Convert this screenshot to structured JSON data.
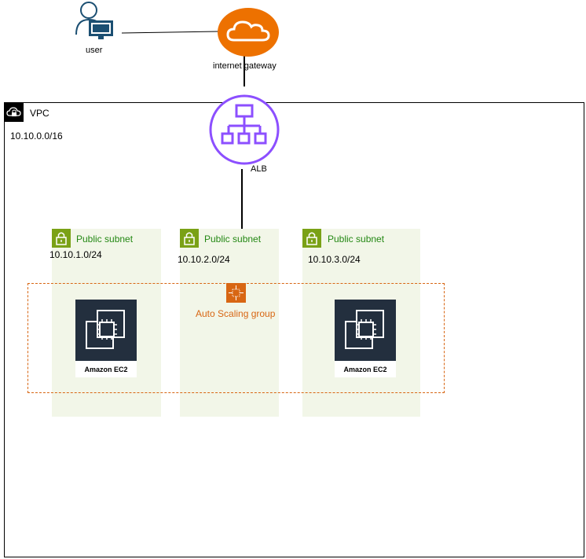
{
  "user": {
    "label": "user",
    "icon": "user-computer-icon"
  },
  "internet_gateway": {
    "label": "internet gateway",
    "icon": "cloud-icon",
    "color": "#ed7100"
  },
  "vpc": {
    "label": "VPC",
    "cidr": "10.10.0.0/16",
    "icon": "vpc-cloud-lock-icon"
  },
  "alb": {
    "label": "ALB",
    "icon": "load-balancer-icon",
    "color": "#8c4fff"
  },
  "subnets": [
    {
      "label": "Public subnet",
      "cidr": "10.10.1.0/24",
      "icon": "lock-icon"
    },
    {
      "label": "Public subnet",
      "cidr": "10.10.2.0/24",
      "icon": "lock-icon"
    },
    {
      "label": "Public subnet",
      "cidr": "10.10.3.0/24",
      "icon": "lock-icon"
    }
  ],
  "asg": {
    "label": "Auto Scaling group",
    "icon": "auto-scaling-icon",
    "color": "#d86613"
  },
  "ec2": [
    {
      "label": "Amazon EC2",
      "icon": "ec2-chip-icon"
    },
    {
      "label": "Amazon EC2",
      "icon": "ec2-chip-icon"
    }
  ]
}
